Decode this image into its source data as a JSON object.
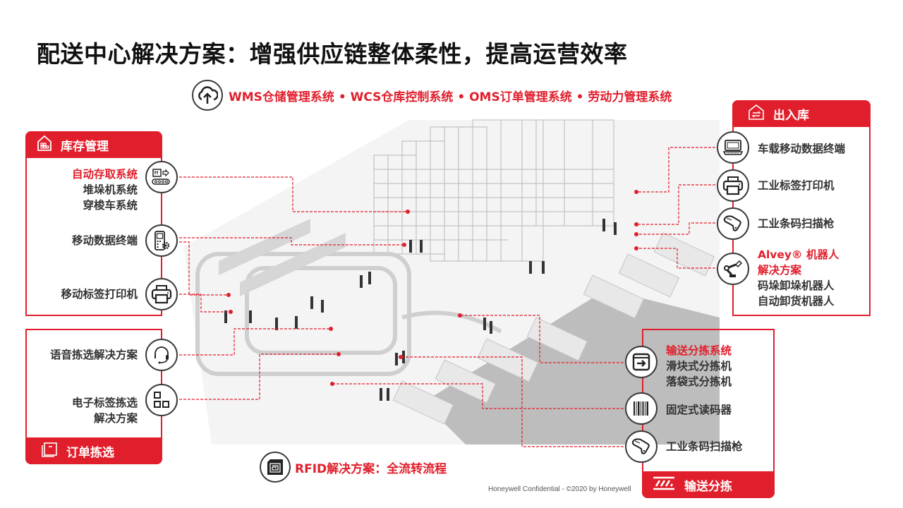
{
  "title": "配送中心解决方案：增强供应链整体柔性，提高运营效率",
  "systems_banner": {
    "icon": "cloud-upload-icon",
    "text": "WMS仓储管理系统 • WCS仓库控制系统 • OMS订单管理系统 • 劳动力管理系统"
  },
  "panels": {
    "inventory": {
      "header": "库存管理",
      "header_icon": "warehouse-icon",
      "items": [
        {
          "icon": "asrs-conveyor-icon",
          "lines": [
            "自动存取系统",
            "堆垛机系统",
            "穿梭车系统"
          ],
          "highlight_first": true
        },
        {
          "icon": "mobile-computer-icon",
          "lines": [
            "移动数据终端"
          ]
        },
        {
          "icon": "printer-icon",
          "lines": [
            "移动标签打印机"
          ]
        }
      ]
    },
    "order_picking": {
      "footer": "订单拣选",
      "footer_icon": "box-icon",
      "items": [
        {
          "icon": "headset-icon",
          "lines": [
            "语音拣选解决方案"
          ]
        },
        {
          "icon": "pick-to-light-icon",
          "lines": [
            "电子标签拣选",
            "解决方案"
          ]
        }
      ]
    },
    "inbound_outbound": {
      "header": "出入库",
      "header_icon": "house-exchange-icon",
      "items": [
        {
          "icon": "vehicle-terminal-icon",
          "lines": [
            "车载移动数据终端"
          ]
        },
        {
          "icon": "printer-icon",
          "lines": [
            "工业标签打印机"
          ]
        },
        {
          "icon": "barcode-scanner-icon",
          "lines": [
            "工业条码扫描枪"
          ]
        },
        {
          "icon": "robot-arm-icon",
          "lines": [
            "Alvey® 机器人",
            "解决方案",
            "码垛卸垛机器人",
            "自动卸货机器人"
          ],
          "highlight_count": 2
        }
      ]
    },
    "conveyor_sortation": {
      "footer": "输送分拣",
      "footer_icon": "conveyor-lines-icon",
      "items": [
        {
          "icon": "sorter-arrow-icon",
          "lines": [
            "输送分拣系统",
            "滑块式分拣机",
            "落袋式分拣机"
          ],
          "highlight_first": true
        },
        {
          "icon": "barcode-icon",
          "lines": [
            "固定式读码器"
          ]
        },
        {
          "icon": "barcode-scanner-icon",
          "lines": [
            "工业条码扫描枪"
          ]
        }
      ]
    }
  },
  "rfid": {
    "icon": "rfid-tag-icon",
    "text": "RFID解决方案：全流转流程"
  },
  "footer_note": "Honeywell Confidential - ©2020 by Honeywell",
  "colors": {
    "accent": "#e11f2c",
    "text_dark": "#333333",
    "title": "#111111"
  }
}
